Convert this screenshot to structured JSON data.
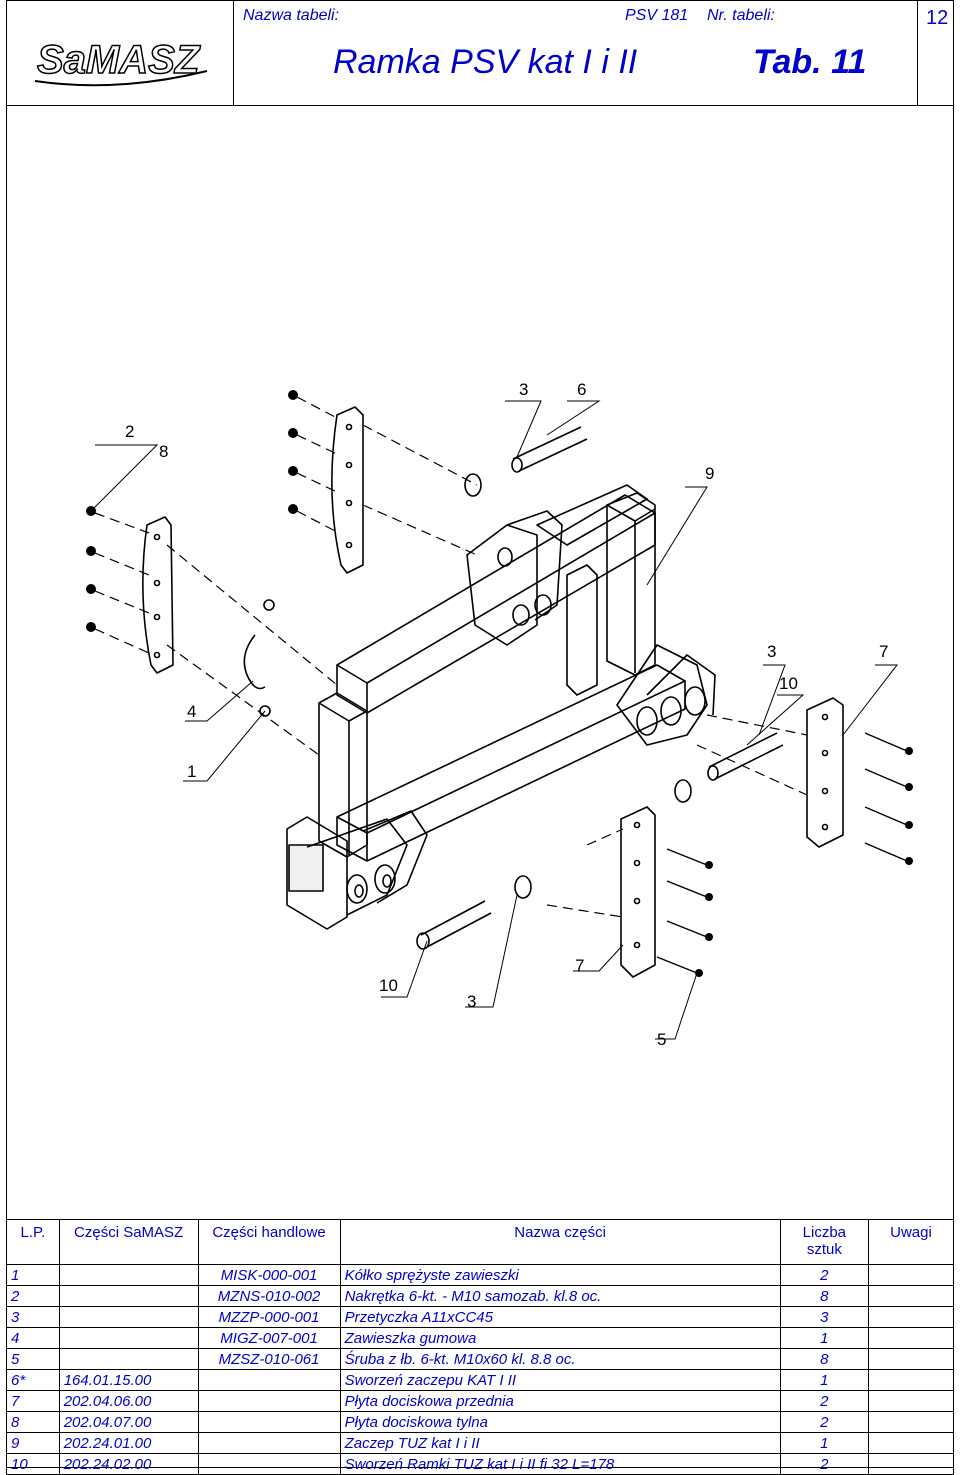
{
  "header": {
    "logo_text": "SaMASZ",
    "name_label": "Nazwa tabeli:",
    "code": "PSV 181",
    "number_label": "Nr. tabeli:",
    "sheet_number": "12",
    "title": "Ramka PSV kat I i II",
    "table_label": "Tab. 11"
  },
  "callouts": [
    "2",
    "8",
    "3",
    "6",
    "9",
    "3",
    "7",
    "10",
    "4",
    "1",
    "10",
    "3",
    "7",
    "5"
  ],
  "table": {
    "headers": [
      "L.P.",
      "Części SaMASZ",
      "Części handlowe",
      "Nazwa części",
      "Liczba sztuk",
      "Uwagi"
    ],
    "rows": [
      {
        "lp": "1",
        "samasz": "",
        "handlowe": "MISK-000-001",
        "nazwa": "Kółko sprężyste zawieszki",
        "liczba": "2",
        "uwagi": ""
      },
      {
        "lp": "2",
        "samasz": "",
        "handlowe": "MZNS-010-002",
        "nazwa": "Nakrętka 6-kt. - M10 samozab. kl.8 oc.",
        "liczba": "8",
        "uwagi": ""
      },
      {
        "lp": "3",
        "samasz": "",
        "handlowe": "MZZP-000-001",
        "nazwa": "Przetyczka A11xCC45",
        "liczba": "3",
        "uwagi": ""
      },
      {
        "lp": "4",
        "samasz": "",
        "handlowe": "MIGZ-007-001",
        "nazwa": "Zawieszka gumowa",
        "liczba": "1",
        "uwagi": ""
      },
      {
        "lp": "5",
        "samasz": "",
        "handlowe": "MZSZ-010-061",
        "nazwa": "Śruba z łb. 6-kt. M10x60 kl. 8.8 oc.",
        "liczba": "8",
        "uwagi": ""
      },
      {
        "lp": "6*",
        "samasz": "164.01.15.00",
        "handlowe": "",
        "nazwa": "Sworzeń zaczepu KAT I II",
        "liczba": "1",
        "uwagi": ""
      },
      {
        "lp": "7",
        "samasz": "202.04.06.00",
        "handlowe": "",
        "nazwa": "Płyta dociskowa przednia",
        "liczba": "2",
        "uwagi": ""
      },
      {
        "lp": "8",
        "samasz": "202.04.07.00",
        "handlowe": "",
        "nazwa": "Płyta dociskowa tylna",
        "liczba": "2",
        "uwagi": ""
      },
      {
        "lp": "9",
        "samasz": "202.24.01.00",
        "handlowe": "",
        "nazwa": "Zaczep TUZ kat I i II",
        "liczba": "1",
        "uwagi": ""
      },
      {
        "lp": "10",
        "samasz": "202.24.02.00",
        "handlowe": "",
        "nazwa": "Sworzeń Ramki TUZ kat I i II fi 32 L=178",
        "liczba": "2",
        "uwagi": ""
      }
    ]
  }
}
